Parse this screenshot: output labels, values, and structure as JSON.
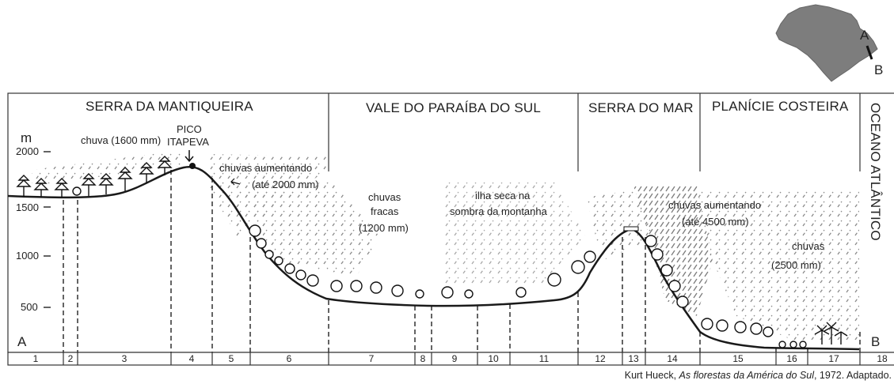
{
  "regions": [
    "SERRA DA MANTIQUEIRA",
    "VALE DO PARAÍBA DO SUL",
    "SERRA DO MAR",
    "PLANÍCIE COSTEIRA",
    "OCEANO ATLÂNTICO"
  ],
  "y_axis": {
    "unit": "m",
    "ticks": [
      "2000",
      "1500",
      "1000",
      "500"
    ]
  },
  "annotations": {
    "chuva_mantiqueira": "chuva (1600 mm)",
    "pico_line1": "PICO",
    "pico_line2": "ITAPEVA",
    "chuvas_aumentando_1_line1": "chuvas aumentando",
    "chuvas_aumentando_1_line2": "(até 2000 mm)",
    "chuvas_fracas_line1": "chuvas",
    "chuvas_fracas_line2": "fracas",
    "chuvas_fracas_line3": "(1200 mm)",
    "ilha_seca_line1": "ilha seca na",
    "ilha_seca_line2": "sombra da montanha",
    "chuvas_aumentando_2_line1": "chuvas aumentando",
    "chuvas_aumentando_2_line2": "(até 4500 mm)",
    "chuvas_costa_line1": "chuvas",
    "chuvas_costa_line2": "(2500 mm)"
  },
  "profile_labels": {
    "start": "A",
    "end": "B"
  },
  "segments": [
    "1",
    "2",
    "3",
    "4",
    "5",
    "6",
    "7",
    "8",
    "9",
    "10",
    "11",
    "12",
    "13",
    "14",
    "15",
    "16",
    "17",
    "18"
  ],
  "inset_map": {
    "label_a": "A",
    "label_b": "B"
  },
  "caption": {
    "author": "Kurt Hueck,",
    "title": "As florestas da América do Sul",
    "rest": ", 1972. Adaptado."
  }
}
